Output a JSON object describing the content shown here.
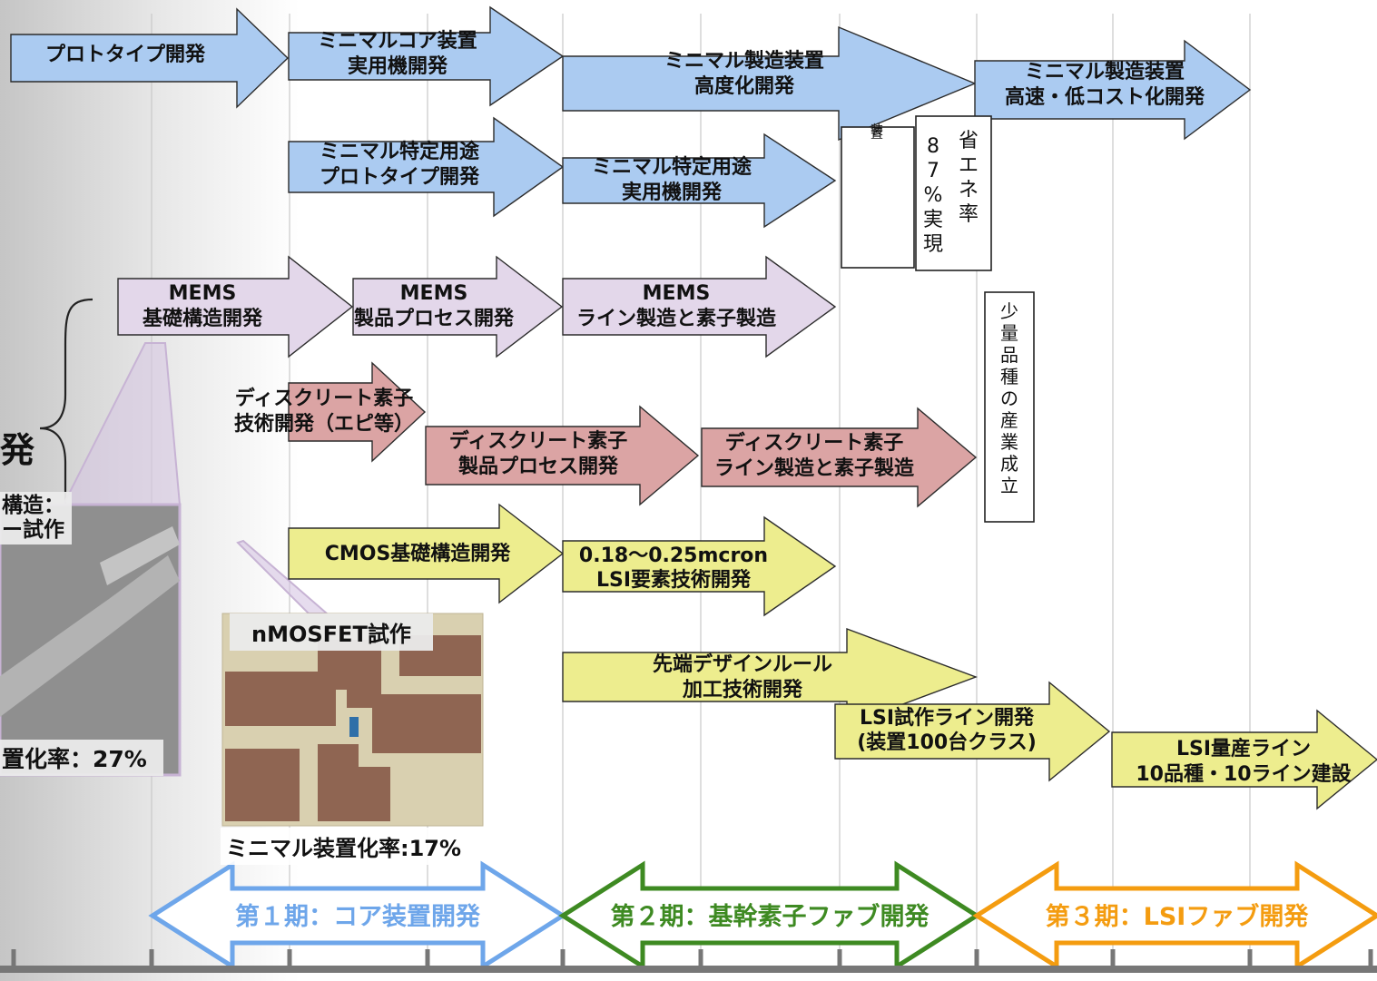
{
  "arrows": [
    {
      "id": "prototype-dev",
      "lines": [
        "プロトタイプ開発"
      ],
      "fill": "#abcbf1"
    },
    {
      "id": "core-equipment",
      "lines": [
        "ミニマルコア装置",
        "実用機開発"
      ],
      "fill": "#abcbf1"
    },
    {
      "id": "mfg-equipment-advanced",
      "lines": [
        "ミニマル製造装置",
        "高度化開発"
      ],
      "fill": "#abcbf1"
    },
    {
      "id": "mfg-equipment-fast",
      "lines": [
        "ミニマル製造装置",
        "高速・低コスト化開発"
      ],
      "fill": "#abcbf1"
    },
    {
      "id": "specific-prototype",
      "lines": [
        "ミニマル特定用途",
        "プロトタイプ開発"
      ],
      "fill": "#abcbf1"
    },
    {
      "id": "specific-practical",
      "lines": [
        "ミニマル特定用途",
        "実用機開発"
      ],
      "fill": "#abcbf1"
    },
    {
      "id": "mems-basic",
      "lines": [
        "MEMS",
        "基礎構造開発"
      ],
      "fill": "#e3d7ea"
    },
    {
      "id": "mems-product",
      "lines": [
        "MEMS",
        "製品プロセス開発"
      ],
      "fill": "#e3d7ea"
    },
    {
      "id": "mems-line",
      "lines": [
        "MEMS",
        "ライン製造と素子製造"
      ],
      "fill": "#e3d7ea"
    },
    {
      "id": "discrete-tech",
      "lines": [
        "ディスクリート素子",
        "技術開発（エピ等）"
      ],
      "fill": "#dba4a4"
    },
    {
      "id": "discrete-product",
      "lines": [
        "ディスクリート素子",
        "製品プロセス開発"
      ],
      "fill": "#dba4a4"
    },
    {
      "id": "discrete-line",
      "lines": [
        "ディスクリート素子",
        "ライン製造と素子製造"
      ],
      "fill": "#dba4a4"
    },
    {
      "id": "cmos-basic",
      "lines": [
        "CMOS基礎構造開発"
      ],
      "fill": "#eded8e"
    },
    {
      "id": "lsi-element",
      "lines": [
        "0.18〜0.25mcron",
        "LSI要素技術開発"
      ],
      "fill": "#eded8e"
    },
    {
      "id": "design-rule",
      "lines": [
        "先端デザインルール",
        "加工技術開発"
      ],
      "fill": "#eded8e"
    },
    {
      "id": "lsi-trial-line",
      "lines": [
        "LSI試作ライン開発",
        "(装置100台クラス)"
      ],
      "fill": "#eded8e"
    },
    {
      "id": "lsi-mass-line",
      "lines": [
        "LSI量産ライン",
        "10品種・10ライン建設"
      ],
      "fill": "#eded8e"
    }
  ],
  "phases": [
    {
      "id": "phase-1",
      "label": "第１期：コア装置開発",
      "color": "#6ea6ea"
    },
    {
      "id": "phase-2",
      "label": "第２期：基幹素子ファブ開発",
      "color": "#3e8a22"
    },
    {
      "id": "phase-3",
      "label": "第３期：LSIファブ開発",
      "color": "#f49c10"
    }
  ],
  "vertical_boxes": {
    "box_a": "装置",
    "box_b": "省エネ率87%実現",
    "box_c": "少量品種の産業成立"
  },
  "left_panel": {
    "brace_text": "発",
    "caption_top_line1": "構造：",
    "caption_top_line2": "ー試作",
    "caption_bottom": "置化率：27%"
  },
  "nmosfet": {
    "title": "nMOSFET試作",
    "caption": "ミニマル装置化率:17%"
  }
}
